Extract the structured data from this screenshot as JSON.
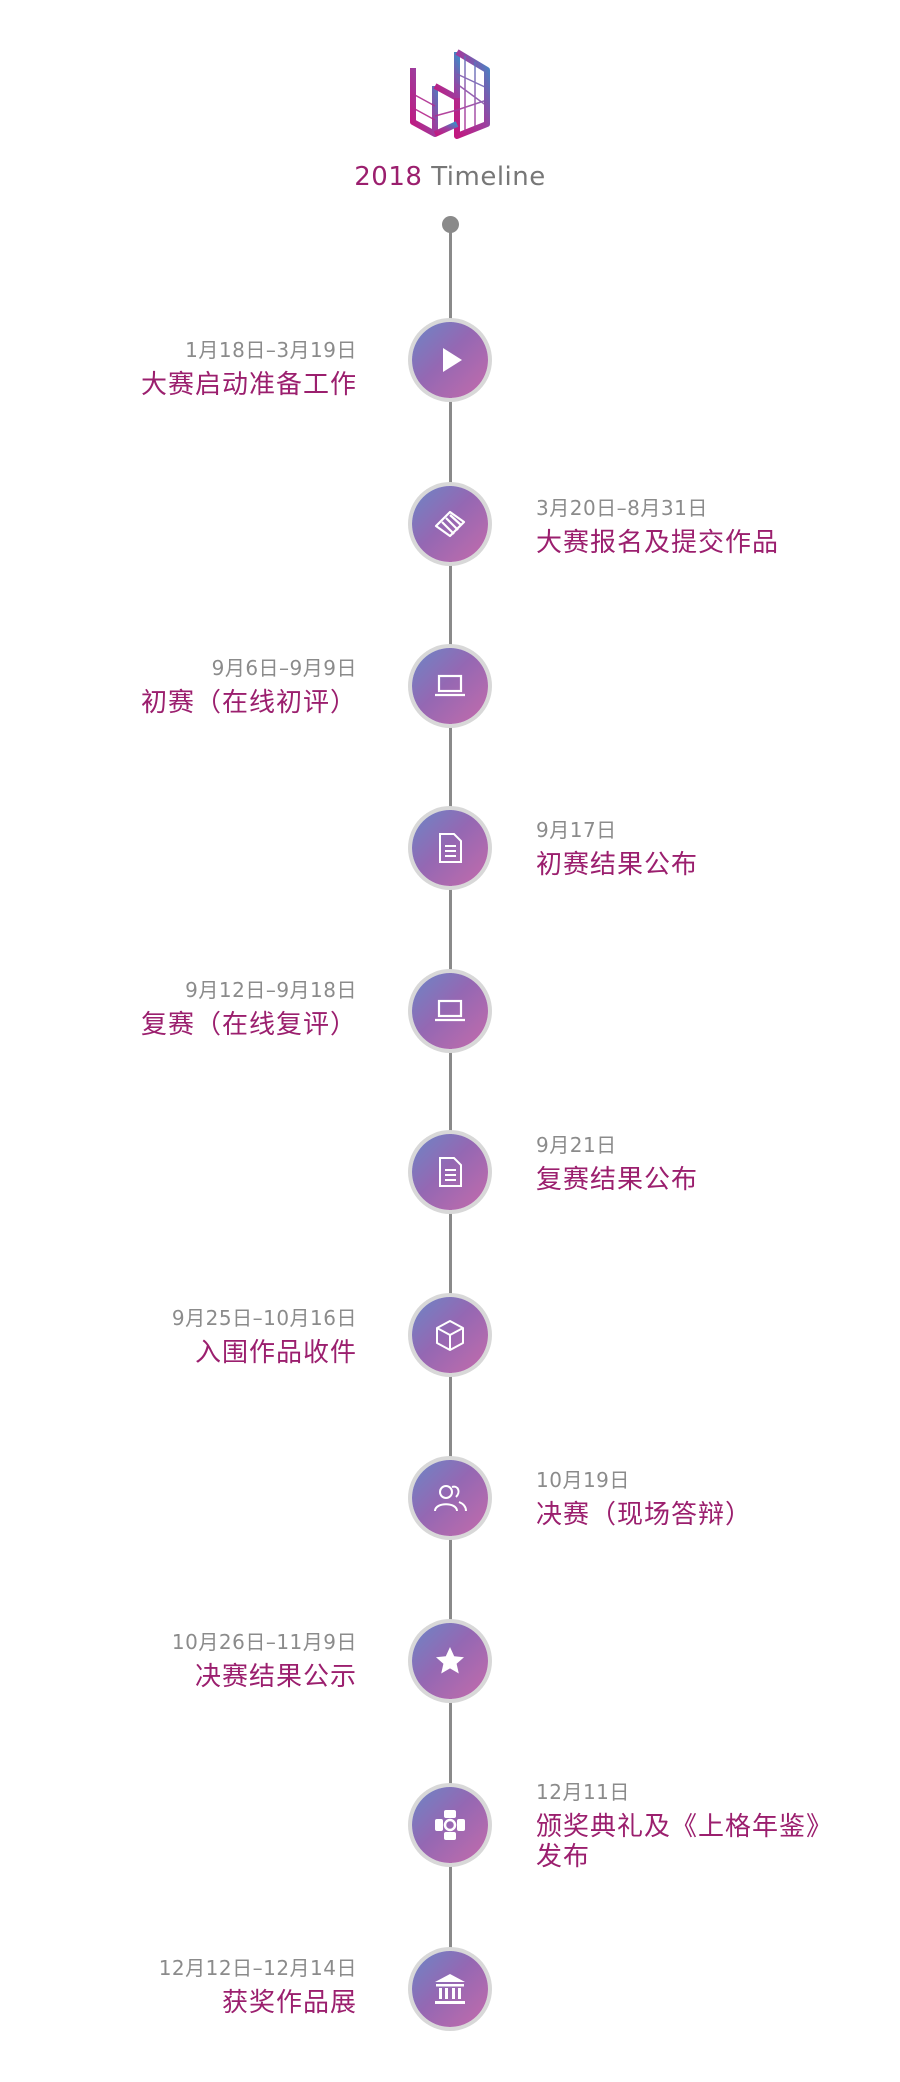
{
  "header": {
    "logo_icon": "geometric-ud-logo-icon",
    "year": "2018",
    "title_word": "Timeline"
  },
  "colors": {
    "accent": "#9b1f6e",
    "muted_text": "#8b8b8b",
    "line": "#8a8a8a",
    "node_gradient": [
      "#6b86c6",
      "#9468b3",
      "#c46bab"
    ]
  },
  "events": [
    {
      "date": "1月18日–3月19日",
      "name": "大赛启动准备工作",
      "side": "left",
      "icon": "play-icon"
    },
    {
      "date": "3月20日–8月31日",
      "name": "大赛报名及提交作品",
      "side": "right",
      "icon": "document-stack-icon"
    },
    {
      "date": "9月6日–9月9日",
      "name": "初赛（在线初评）",
      "side": "left",
      "icon": "laptop-icon"
    },
    {
      "date": "9月17日",
      "name": "初赛结果公布",
      "side": "right",
      "icon": "document-icon"
    },
    {
      "date": "9月12日–9月18日",
      "name": "复赛（在线复评）",
      "side": "left",
      "icon": "laptop-icon"
    },
    {
      "date": "9月21日",
      "name": "复赛结果公布",
      "side": "right",
      "icon": "document-icon"
    },
    {
      "date": "9月25日–10月16日",
      "name": "入围作品收件",
      "side": "left",
      "icon": "box-icon"
    },
    {
      "date": "10月19日",
      "name": "决赛（现场答辩）",
      "side": "right",
      "icon": "people-icon"
    },
    {
      "date": "10月26日–11月9日",
      "name": "决赛结果公示",
      "side": "left",
      "icon": "star-icon"
    },
    {
      "date": "12月11日",
      "name": "颁奖典礼及《上格年鉴》发布",
      "side": "right",
      "icon": "film-reel-icon"
    },
    {
      "date": "12月12日–12月14日",
      "name": "获奖作品展",
      "side": "left",
      "icon": "museum-icon"
    }
  ]
}
